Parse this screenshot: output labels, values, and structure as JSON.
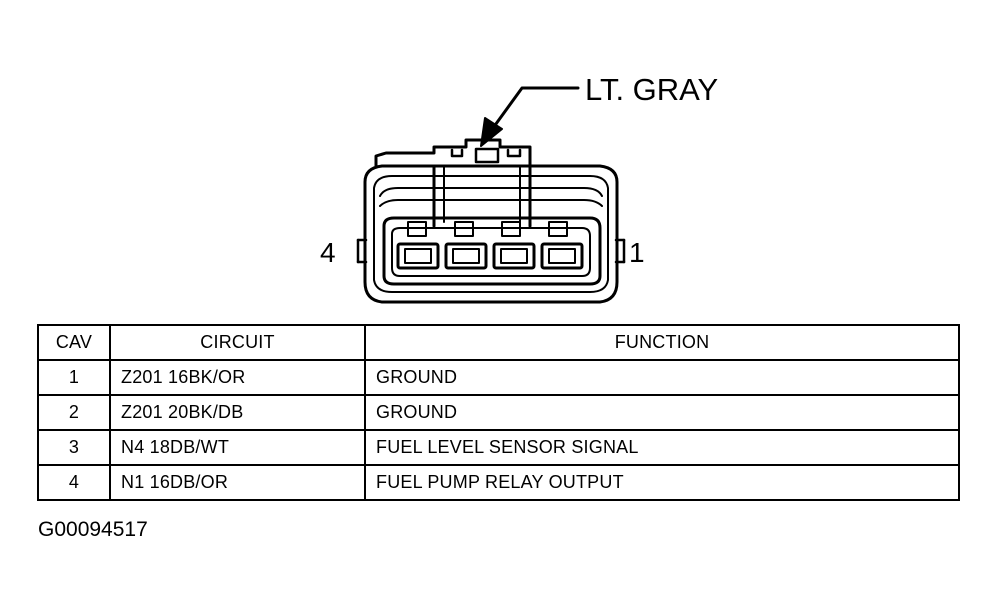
{
  "connector": {
    "color_label": "LT. GRAY",
    "pin_left_label": "4",
    "pin_right_label": "1"
  },
  "table": {
    "headers": [
      "CAV",
      "CIRCUIT",
      "FUNCTION"
    ],
    "rows": [
      {
        "cav": "1",
        "circuit": "Z201 16BK/OR",
        "function": "GROUND"
      },
      {
        "cav": "2",
        "circuit": "Z201 20BK/DB",
        "function": "GROUND"
      },
      {
        "cav": "3",
        "circuit": "N4 18DB/WT",
        "function": "FUEL LEVEL SENSOR SIGNAL"
      },
      {
        "cav": "4",
        "circuit": "N1 16DB/OR",
        "function": "FUEL PUMP RELAY OUTPUT"
      }
    ]
  },
  "figure_id": "G00094517"
}
